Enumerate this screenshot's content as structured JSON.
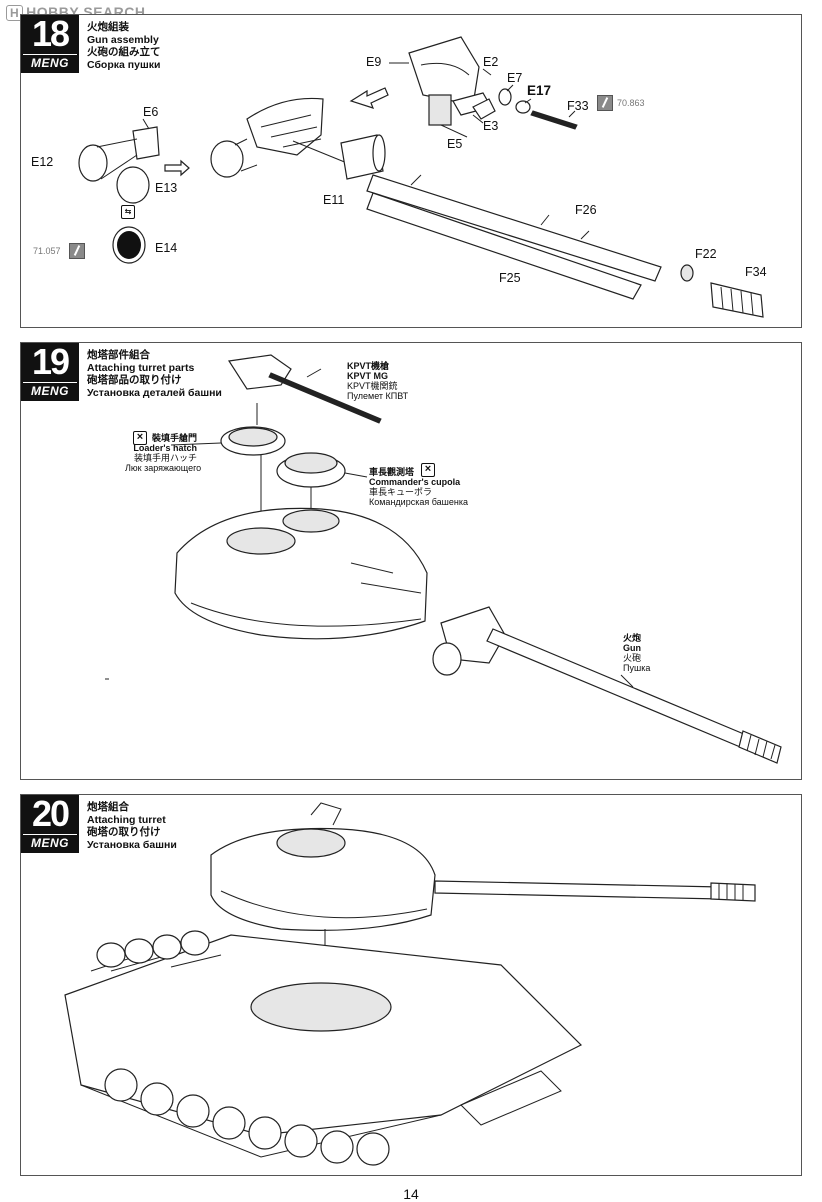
{
  "watermark": "HOBBY SEARCH",
  "watermark_logo": "H",
  "brand": "MENG",
  "steps": [
    {
      "number": "18",
      "title_cn": "火炮組装",
      "title_en": "Gun assembly",
      "title_jp": "火砲の組み立て",
      "title_ru": "Сборка пушки",
      "parts": {
        "e9": "E9",
        "e2": "E2",
        "e7": "E7",
        "e17": "E17",
        "f33": "F33",
        "e3": "E3",
        "e5": "E5",
        "e6": "E6",
        "e12": "E12",
        "e13": "E13",
        "e11": "E11",
        "f26": "F26",
        "f22": "F22",
        "f34": "F34",
        "f25": "F25",
        "e14": "E14"
      },
      "paint_codes": {
        "right": "70.863",
        "left": "71.057"
      }
    },
    {
      "number": "19",
      "title_cn": "炮塔部件組合",
      "title_en": "Attaching turret parts",
      "title_jp": "砲塔部品の取り付け",
      "title_ru": "Установка деталей башни",
      "callouts": {
        "kpvt": [
          "KPVT機槍",
          "KPVT MG",
          "KPVT機関銃",
          "Пулемет КПВТ"
        ],
        "loader": [
          "裝填手艙門",
          "Loader's hatch",
          "装填手用ハッチ",
          "Люк заряжающего"
        ],
        "cupola": [
          "車長觀測塔",
          "Commander's cupola",
          "車長キューポラ",
          "Командирская башенка"
        ],
        "gun": [
          "火炮",
          "Gun",
          "火砲",
          "Пушка"
        ]
      }
    },
    {
      "number": "20",
      "title_cn": "炮塔組合",
      "title_en": "Attaching turret",
      "title_jp": "砲塔の取り付け",
      "title_ru": "Установка башни"
    }
  ],
  "page_number": "14"
}
